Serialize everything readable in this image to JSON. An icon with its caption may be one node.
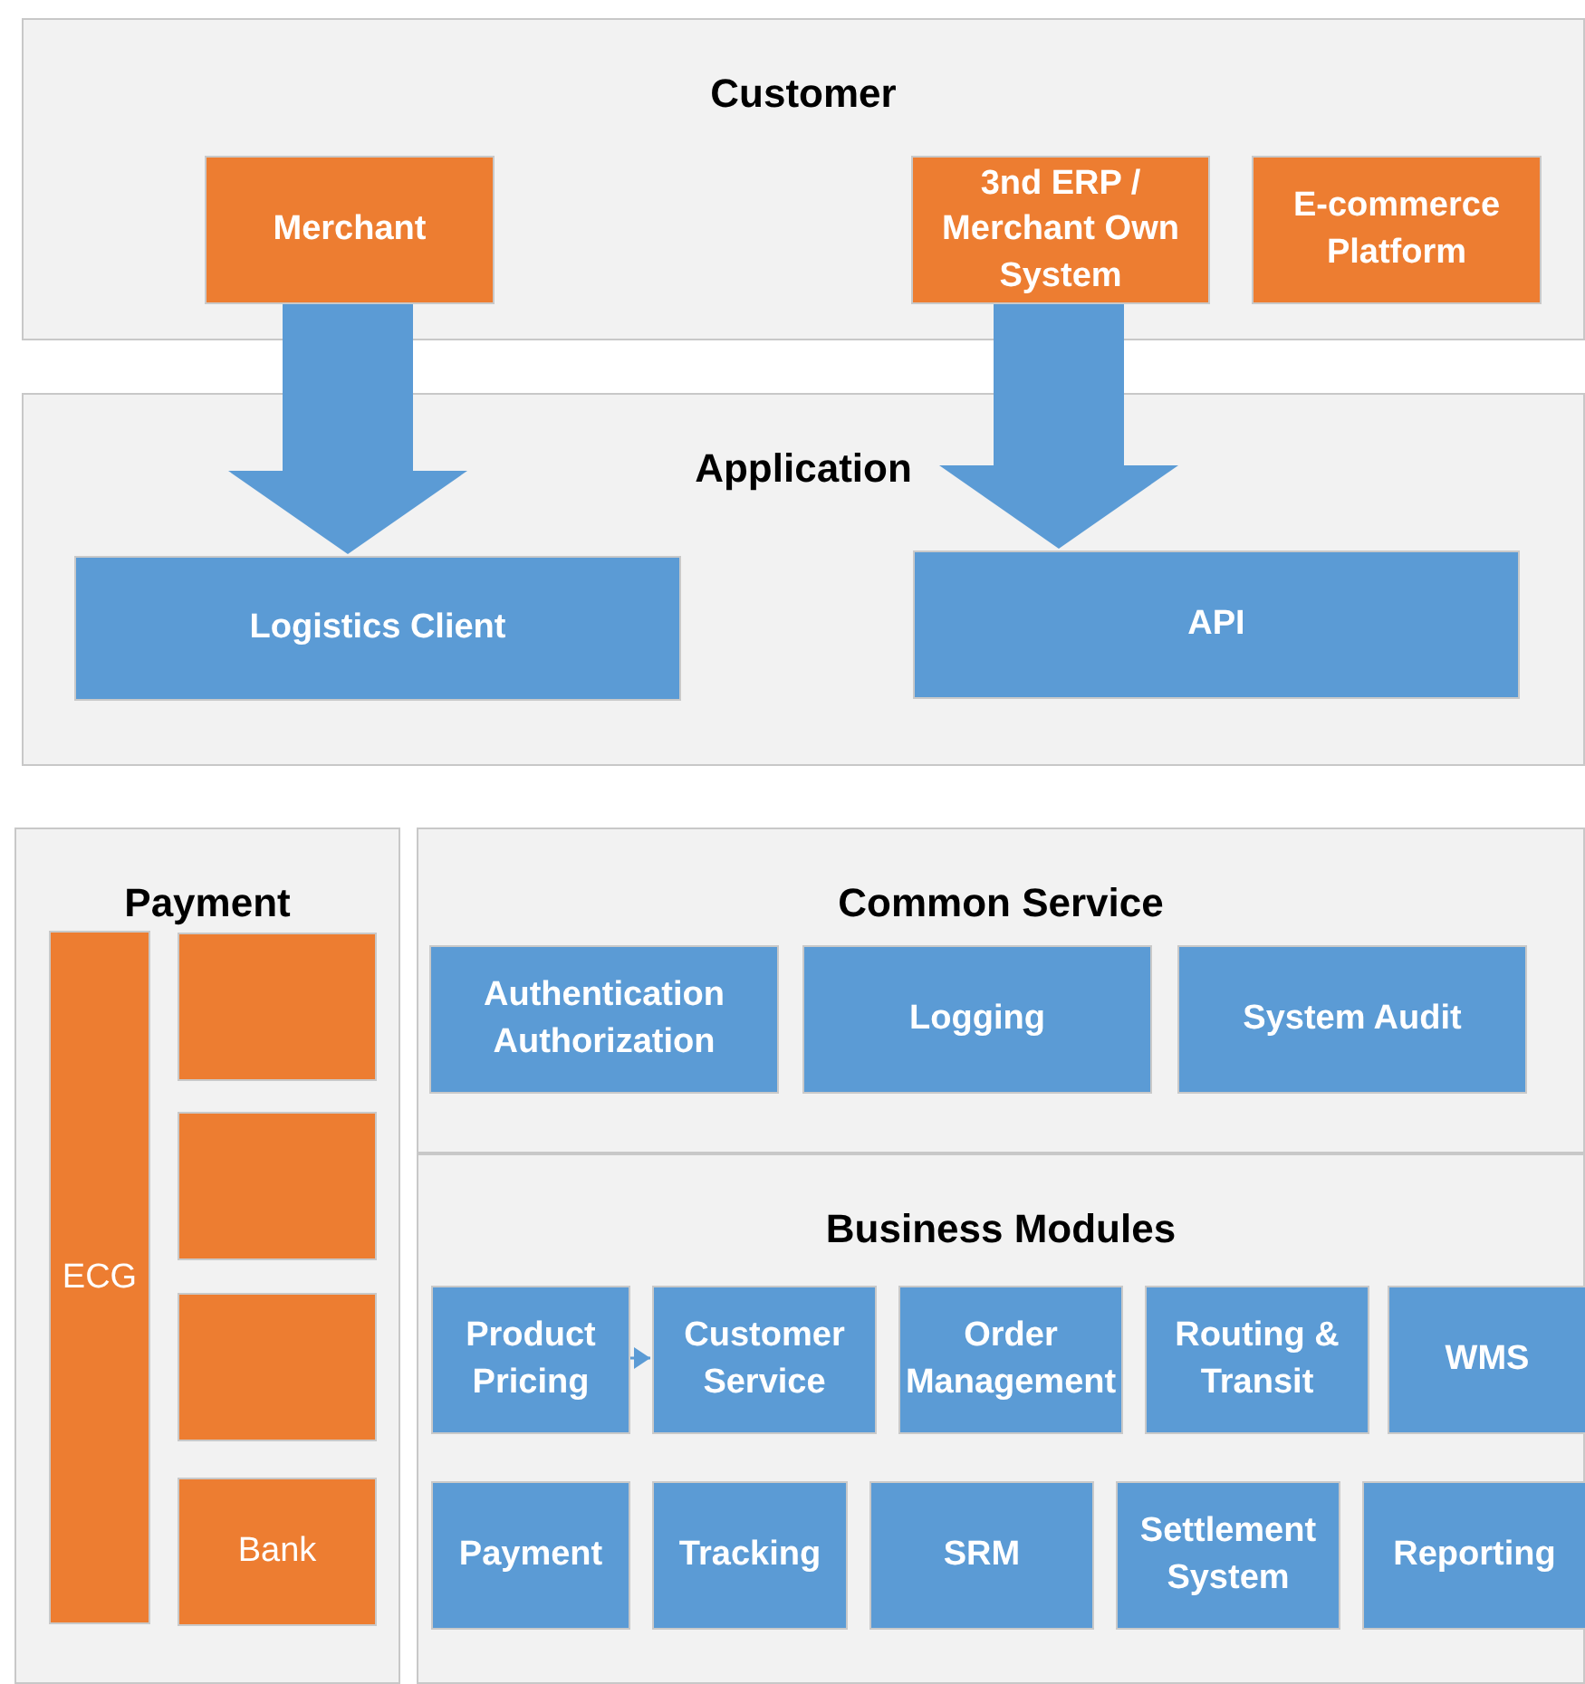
{
  "diagram": {
    "nodes": [
      {
        "text": [
          "Customer"
        ]
      },
      {
        "text": [
          "Merchant"
        ],
        "in": 0
      },
      {
        "text": [
          "3nd ERP / Merchant Own System"
        ],
        "in": 0
      },
      {
        "text": [
          "E-commerce Platform"
        ],
        "in": 0
      },
      {
        "text": [
          "Application"
        ]
      },
      {
        "text": [
          "Logistics Client"
        ],
        "in": 4
      },
      {
        "text": [
          "API"
        ],
        "in": 4
      },
      {
        "text": [
          "Payment"
        ]
      },
      {
        "text": [
          "ECG"
        ],
        "in": 7
      },
      {
        "text": [],
        "shape": "box",
        "in": 7
      },
      {
        "text": [],
        "shape": "box",
        "in": 7
      },
      {
        "text": [],
        "shape": "box",
        "in": 7
      },
      {
        "text": [
          "Bank"
        ],
        "in": 7
      },
      {
        "text": [
          "Common Service"
        ]
      },
      {
        "text": [
          "Authentication Authorization"
        ],
        "in": 13
      },
      {
        "text": [
          "Logging"
        ],
        "in": 13
      },
      {
        "text": [
          "System Audit"
        ],
        "in": 13
      },
      {
        "text": [
          "Business Modules"
        ]
      },
      {
        "text": [
          "Product Pricing"
        ],
        "in": 17
      },
      {
        "text": [
          "Customer Service"
        ],
        "in": 17
      },
      {
        "text": [
          "Order Management"
        ],
        "in": 17
      },
      {
        "text": [
          "Routing & Transit"
        ],
        "in": 17
      },
      {
        "text": [
          "WMS"
        ],
        "in": 17
      },
      {
        "text": [
          "Payment"
        ],
        "in": 17
      },
      {
        "text": [
          "Tracking"
        ],
        "in": 17
      },
      {
        "text": [
          "SRM"
        ],
        "in": 17
      },
      {
        "text": [
          "Settlement System"
        ],
        "in": 17
      },
      {
        "text": [
          "Reporting"
        ],
        "in": 17
      }
    ],
    "edges": [
      {
        "from": 1,
        "to": 5,
        "arrow": "to"
      },
      {
        "from": 2,
        "to": 6,
        "arrow": "to"
      },
      {
        "from": 18,
        "to": 19,
        "arrow": "to"
      }
    ]
  }
}
